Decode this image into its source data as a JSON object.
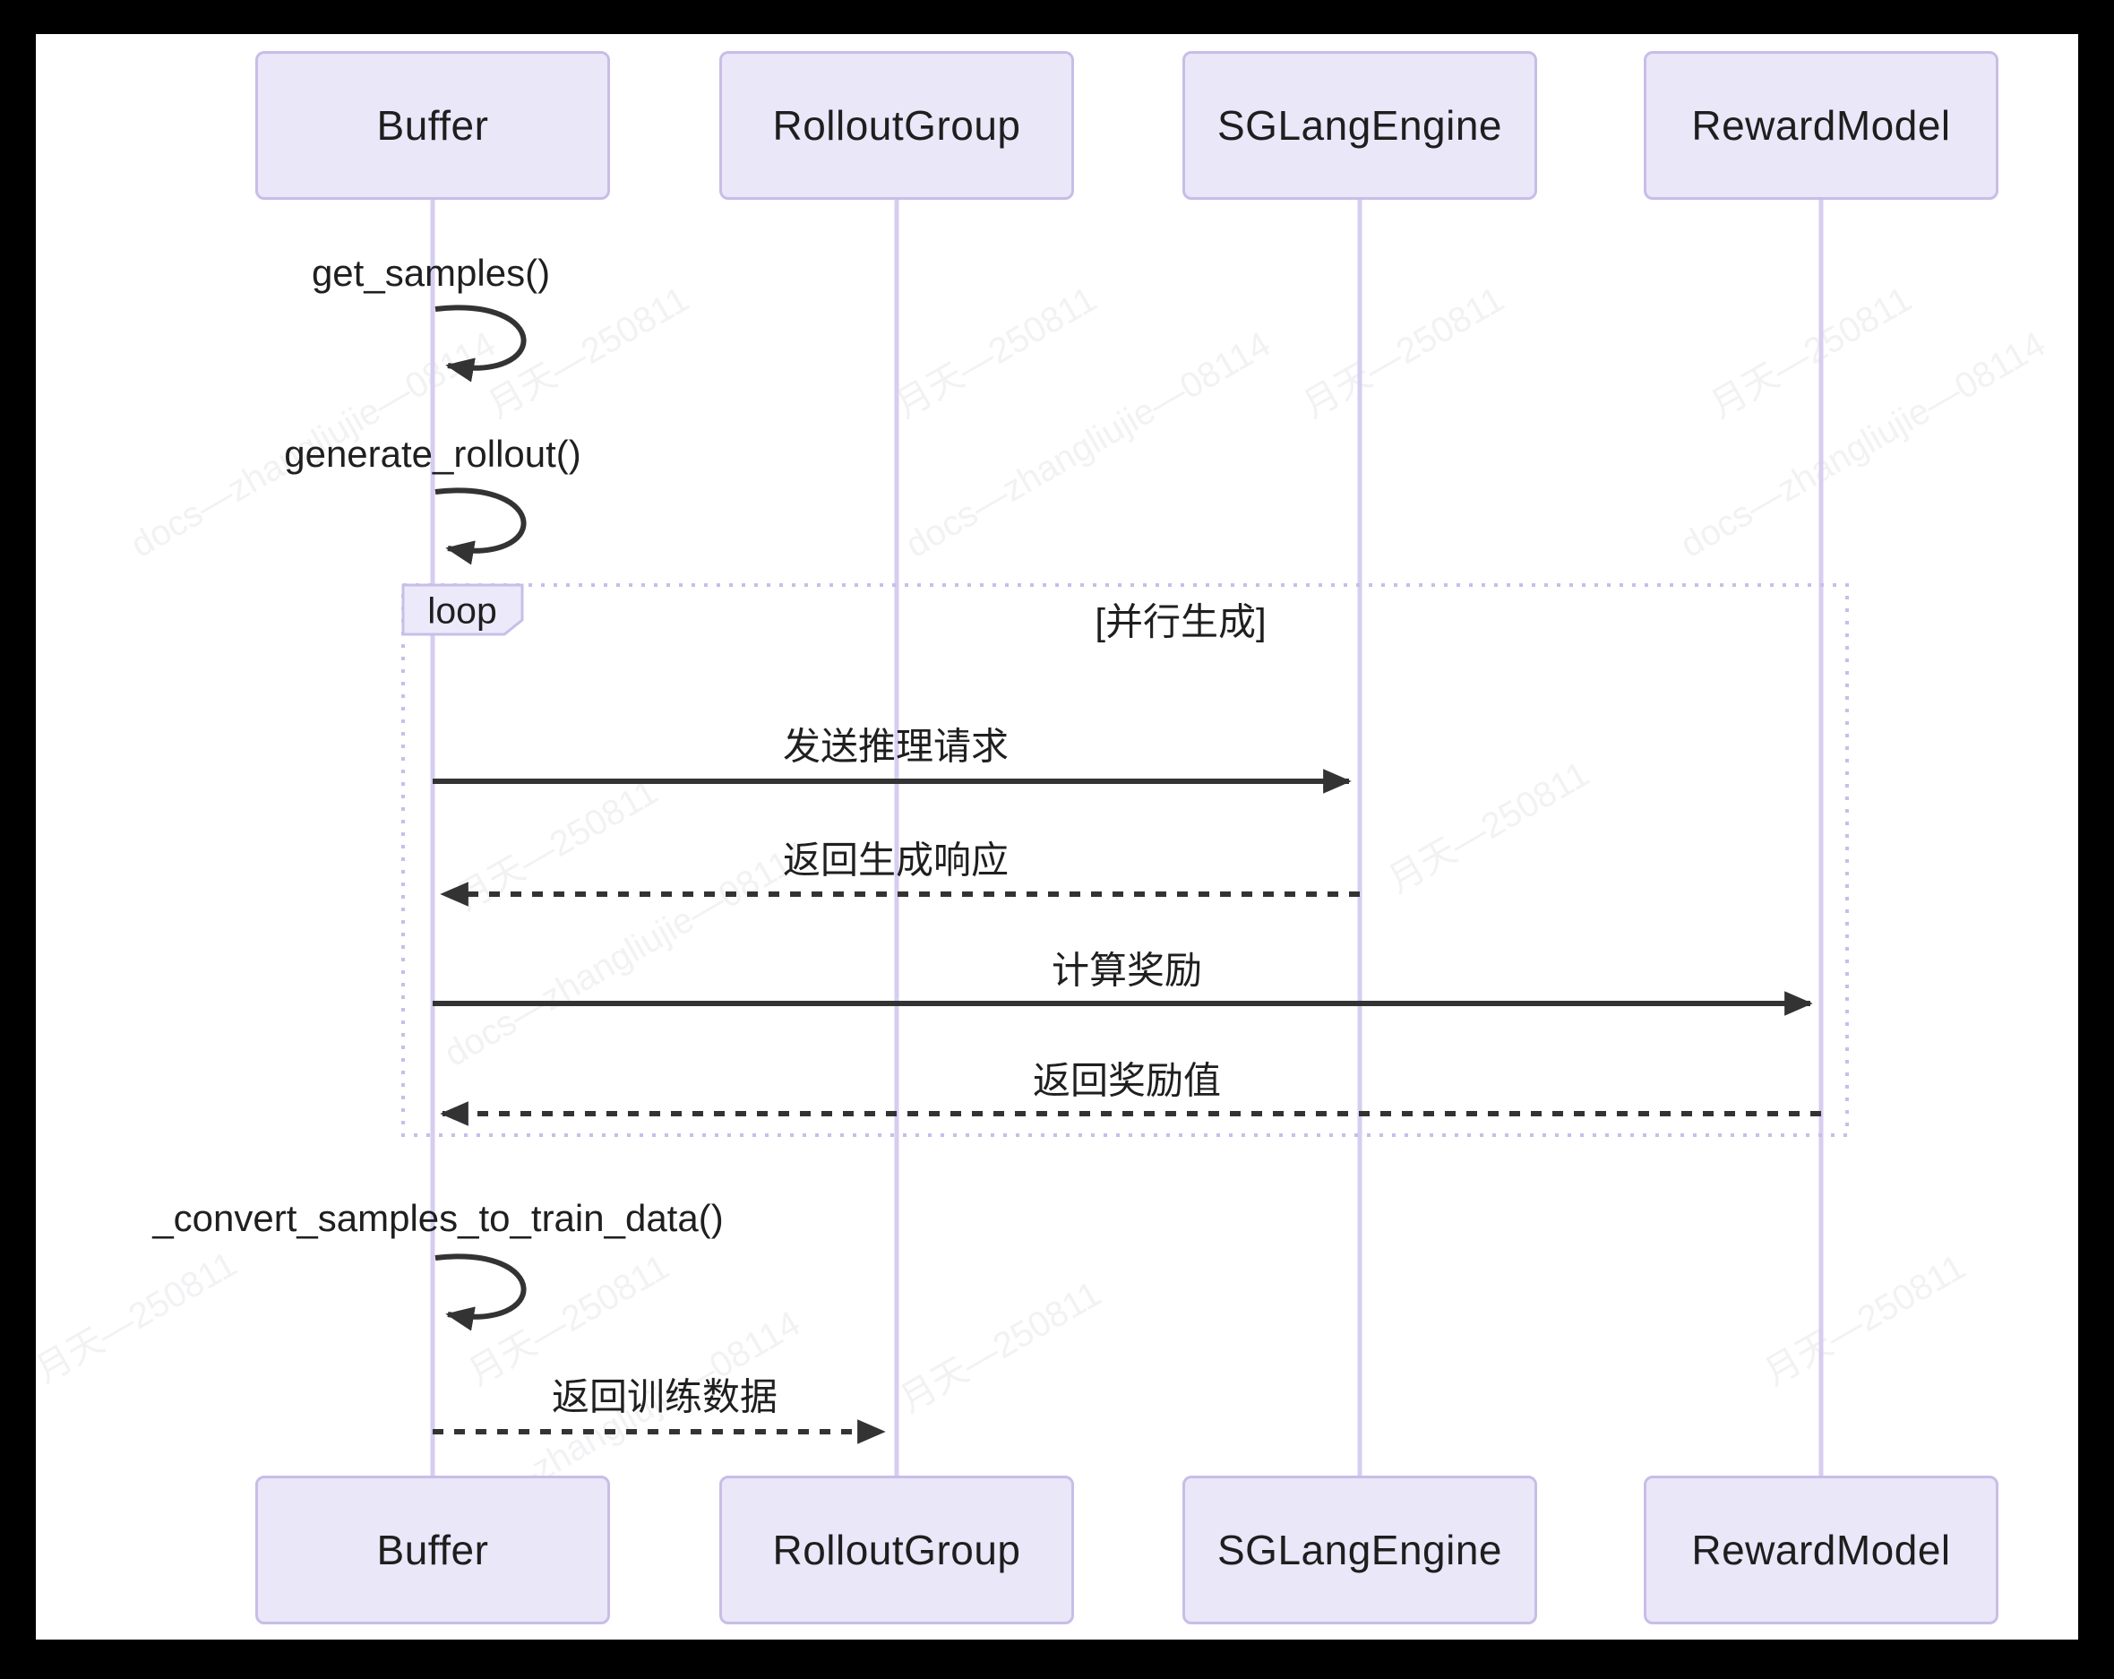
{
  "diagram": {
    "type": "sequence-diagram",
    "actors": [
      {
        "name": "Buffer"
      },
      {
        "name": "RolloutGroup"
      },
      {
        "name": "SGLangEngine"
      },
      {
        "name": "RewardModel"
      }
    ],
    "self_calls": [
      {
        "actor": "Buffer",
        "label": "get_samples()"
      },
      {
        "actor": "Buffer",
        "label": "generate_rollout()"
      },
      {
        "actor": "Buffer",
        "label": "_convert_samples_to_train_data()"
      }
    ],
    "loop_block": {
      "keyword": "loop",
      "condition": "[并行生成]"
    },
    "messages": [
      {
        "from": "Buffer",
        "to": "SGLangEngine",
        "label": "发送推理请求",
        "line": "solid"
      },
      {
        "from": "SGLangEngine",
        "to": "Buffer",
        "label": "返回生成响应",
        "line": "dashed"
      },
      {
        "from": "Buffer",
        "to": "RewardModel",
        "label": "计算奖励",
        "line": "solid"
      },
      {
        "from": "RewardModel",
        "to": "Buffer",
        "label": "返回奖励值",
        "line": "dashed"
      },
      {
        "from": "Buffer",
        "to": "RolloutGroup",
        "label": "返回训练数据",
        "line": "dashed"
      }
    ],
    "watermarks": [
      "月天—250811",
      "docs—zhangliujie—08114"
    ],
    "colors": {
      "frame": "#000000",
      "paper": "#ffffff",
      "actor_fill": "#e9e7f8",
      "actor_border": "#c9bde7",
      "lifeline": "#d7cdf0",
      "loop_border": "#c8bee9",
      "loop_label_fill": "#eceafa",
      "arrow": "#333333",
      "text": "#1f1f1f"
    }
  }
}
